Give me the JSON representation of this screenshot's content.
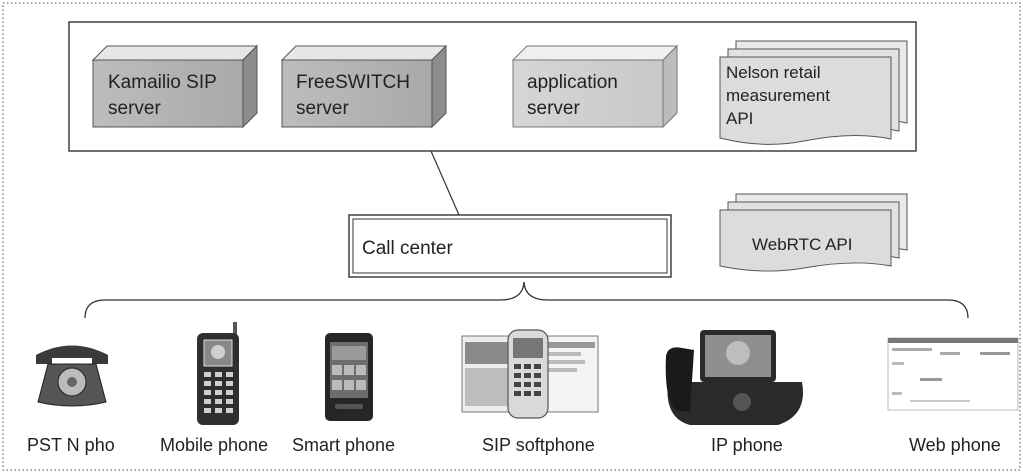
{
  "servers": {
    "kamailio": {
      "line1": "Kamailio SIP",
      "line2": "server"
    },
    "freeswitch": {
      "line1": "FreeSWITCH",
      "line2": "server"
    },
    "application": {
      "line1": "application",
      "line2": "server"
    }
  },
  "apis": {
    "nelson": {
      "line1": "Nelson retail",
      "line2": "measurement",
      "line3": "API"
    },
    "webrtc": {
      "label": "WebRTC API"
    }
  },
  "call_center": {
    "label": "Call center"
  },
  "devices": [
    {
      "label": "PST N pho",
      "icon": "rotary-telephone-icon"
    },
    {
      "label": "Mobile phone",
      "icon": "mobile-phone-icon"
    },
    {
      "label": "Smart phone",
      "icon": "smart-phone-icon"
    },
    {
      "label": "SIP softphone",
      "icon": "sip-softphone-icon"
    },
    {
      "label": "IP phone",
      "icon": "ip-phone-icon"
    },
    {
      "label": "Web phone",
      "icon": "web-phone-icon"
    }
  ]
}
